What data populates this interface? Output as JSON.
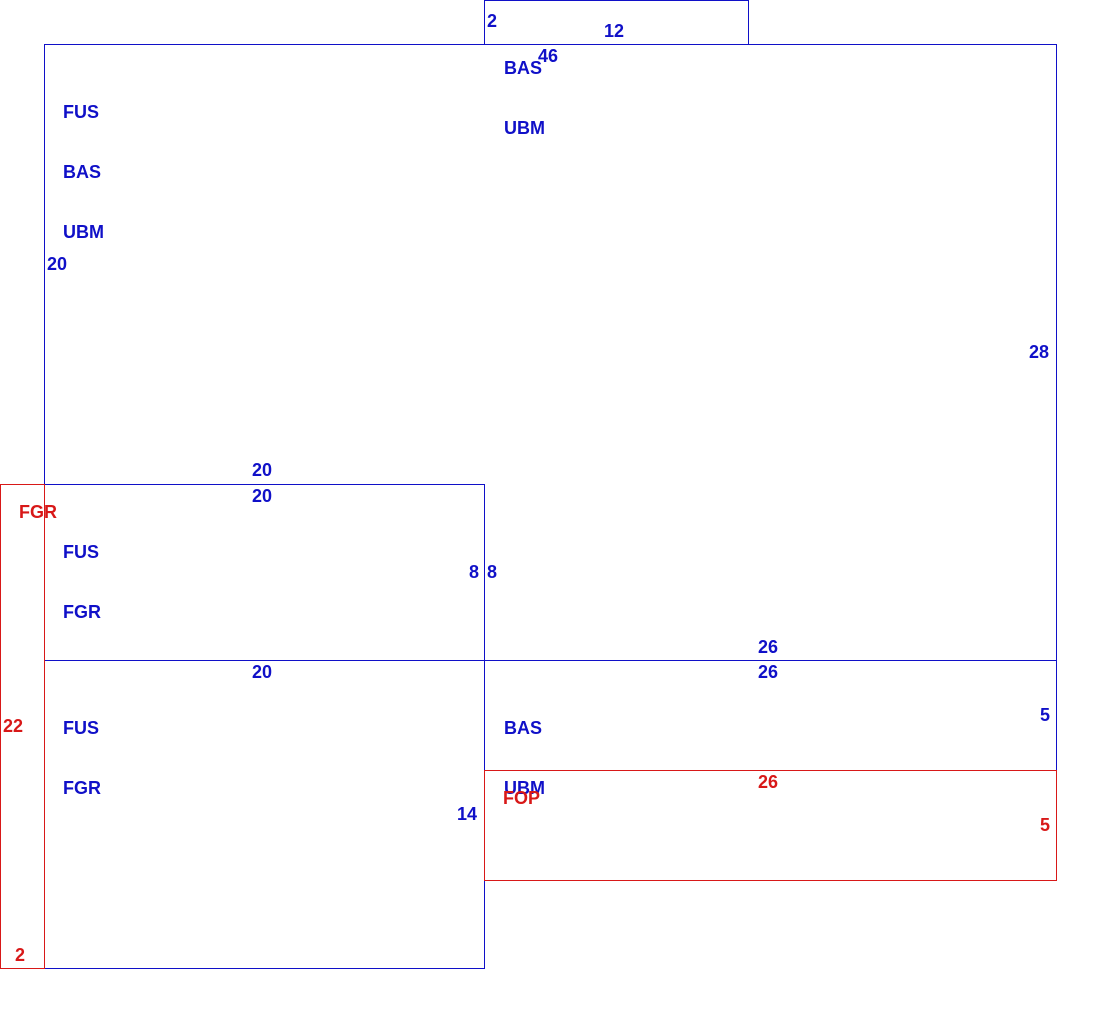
{
  "colors": {
    "blue": "#1010c8",
    "red": "#d81818",
    "background": "#ffffff"
  },
  "regions": {
    "top_small": {
      "codes": [
        "BAS",
        "UBM"
      ],
      "dims": {
        "left": "2",
        "top": "12",
        "bottom": "46"
      }
    },
    "main": {
      "codes": [
        "FUS",
        "BAS",
        "UBM"
      ],
      "dims": {
        "left": "20",
        "right": "28",
        "bottom": "20"
      }
    },
    "mid_left": {
      "codes": [
        "FUS",
        "FGR"
      ],
      "dims": {
        "top": "20",
        "right": "8",
        "bottom": "20"
      }
    },
    "lower_left": {
      "codes": [
        "FUS",
        "FGR"
      ],
      "dims": {
        "right": "14"
      }
    },
    "lower_right": {
      "codes": [
        "BAS",
        "UBM"
      ],
      "dims": {
        "top": "26",
        "left": "8",
        "right": "5",
        "above_top": "26"
      }
    },
    "red_strip": {
      "codes": [
        "FGR"
      ],
      "dims": {
        "height": "22",
        "bottom": "2"
      }
    },
    "red_bottom": {
      "codes": [
        "FOP"
      ],
      "dims": {
        "top": "26",
        "right": "5"
      }
    }
  }
}
